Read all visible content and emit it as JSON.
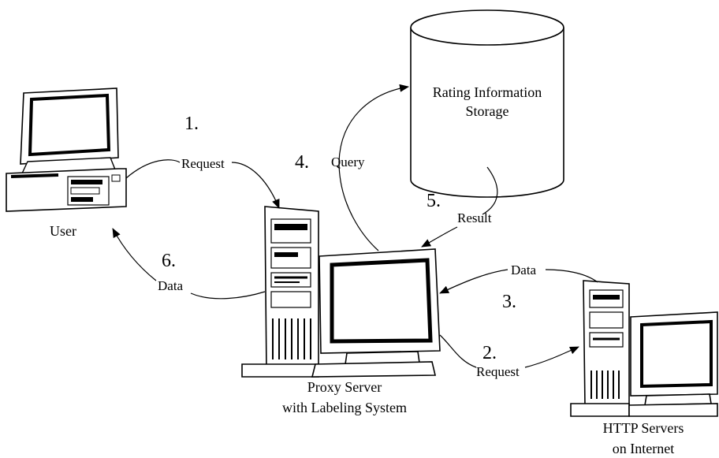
{
  "nodes": {
    "user": {
      "label": "User"
    },
    "storage": {
      "label_line1": "Rating Information",
      "label_line2": "Storage"
    },
    "proxy": {
      "label_line1": "Proxy Server",
      "label_line2": "with Labeling System"
    },
    "http": {
      "label_line1": "HTTP Servers",
      "label_line2": "on Internet"
    }
  },
  "steps": [
    {
      "number": "1.",
      "label": "Request"
    },
    {
      "number": "2.",
      "label": "Request"
    },
    {
      "number": "3.",
      "label": "Data"
    },
    {
      "number": "4.",
      "label": "Query"
    },
    {
      "number": "5.",
      "label": "Result"
    },
    {
      "number": "6.",
      "label": "Data"
    }
  ],
  "colors": {
    "ink": "#000000",
    "paper": "#ffffff"
  }
}
